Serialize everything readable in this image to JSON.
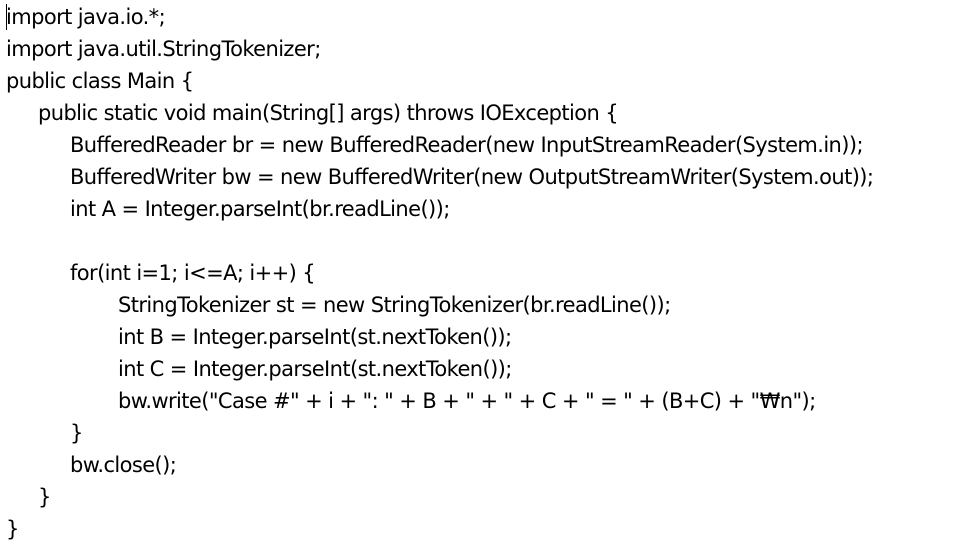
{
  "code": {
    "lines": [
      "import java.io.*;",
      "import java.util.StringTokenizer;",
      "public class Main {",
      "public static void main(String[] args) throws IOException {",
      "BufferedReader br = new BufferedReader(new InputStreamReader(System.in));",
      "BufferedWriter bw = new BufferedWriter(new OutputStreamWriter(System.out));",
      "int A = Integer.parseInt(br.readLine());",
      "",
      "for(int i=1; i<=A; i++) {",
      "StringTokenizer st = new StringTokenizer(br.readLine());",
      "int B = Integer.parseInt(st.nextToken());",
      "int C = Integer.parseInt(st.nextToken());",
      "bw.write(\"Case #\" + i + \": \" + B + \" + \" + C + \" = \" + (B+C) + \"₩n\");",
      "}",
      "bw.close();",
      "}",
      "}"
    ]
  }
}
